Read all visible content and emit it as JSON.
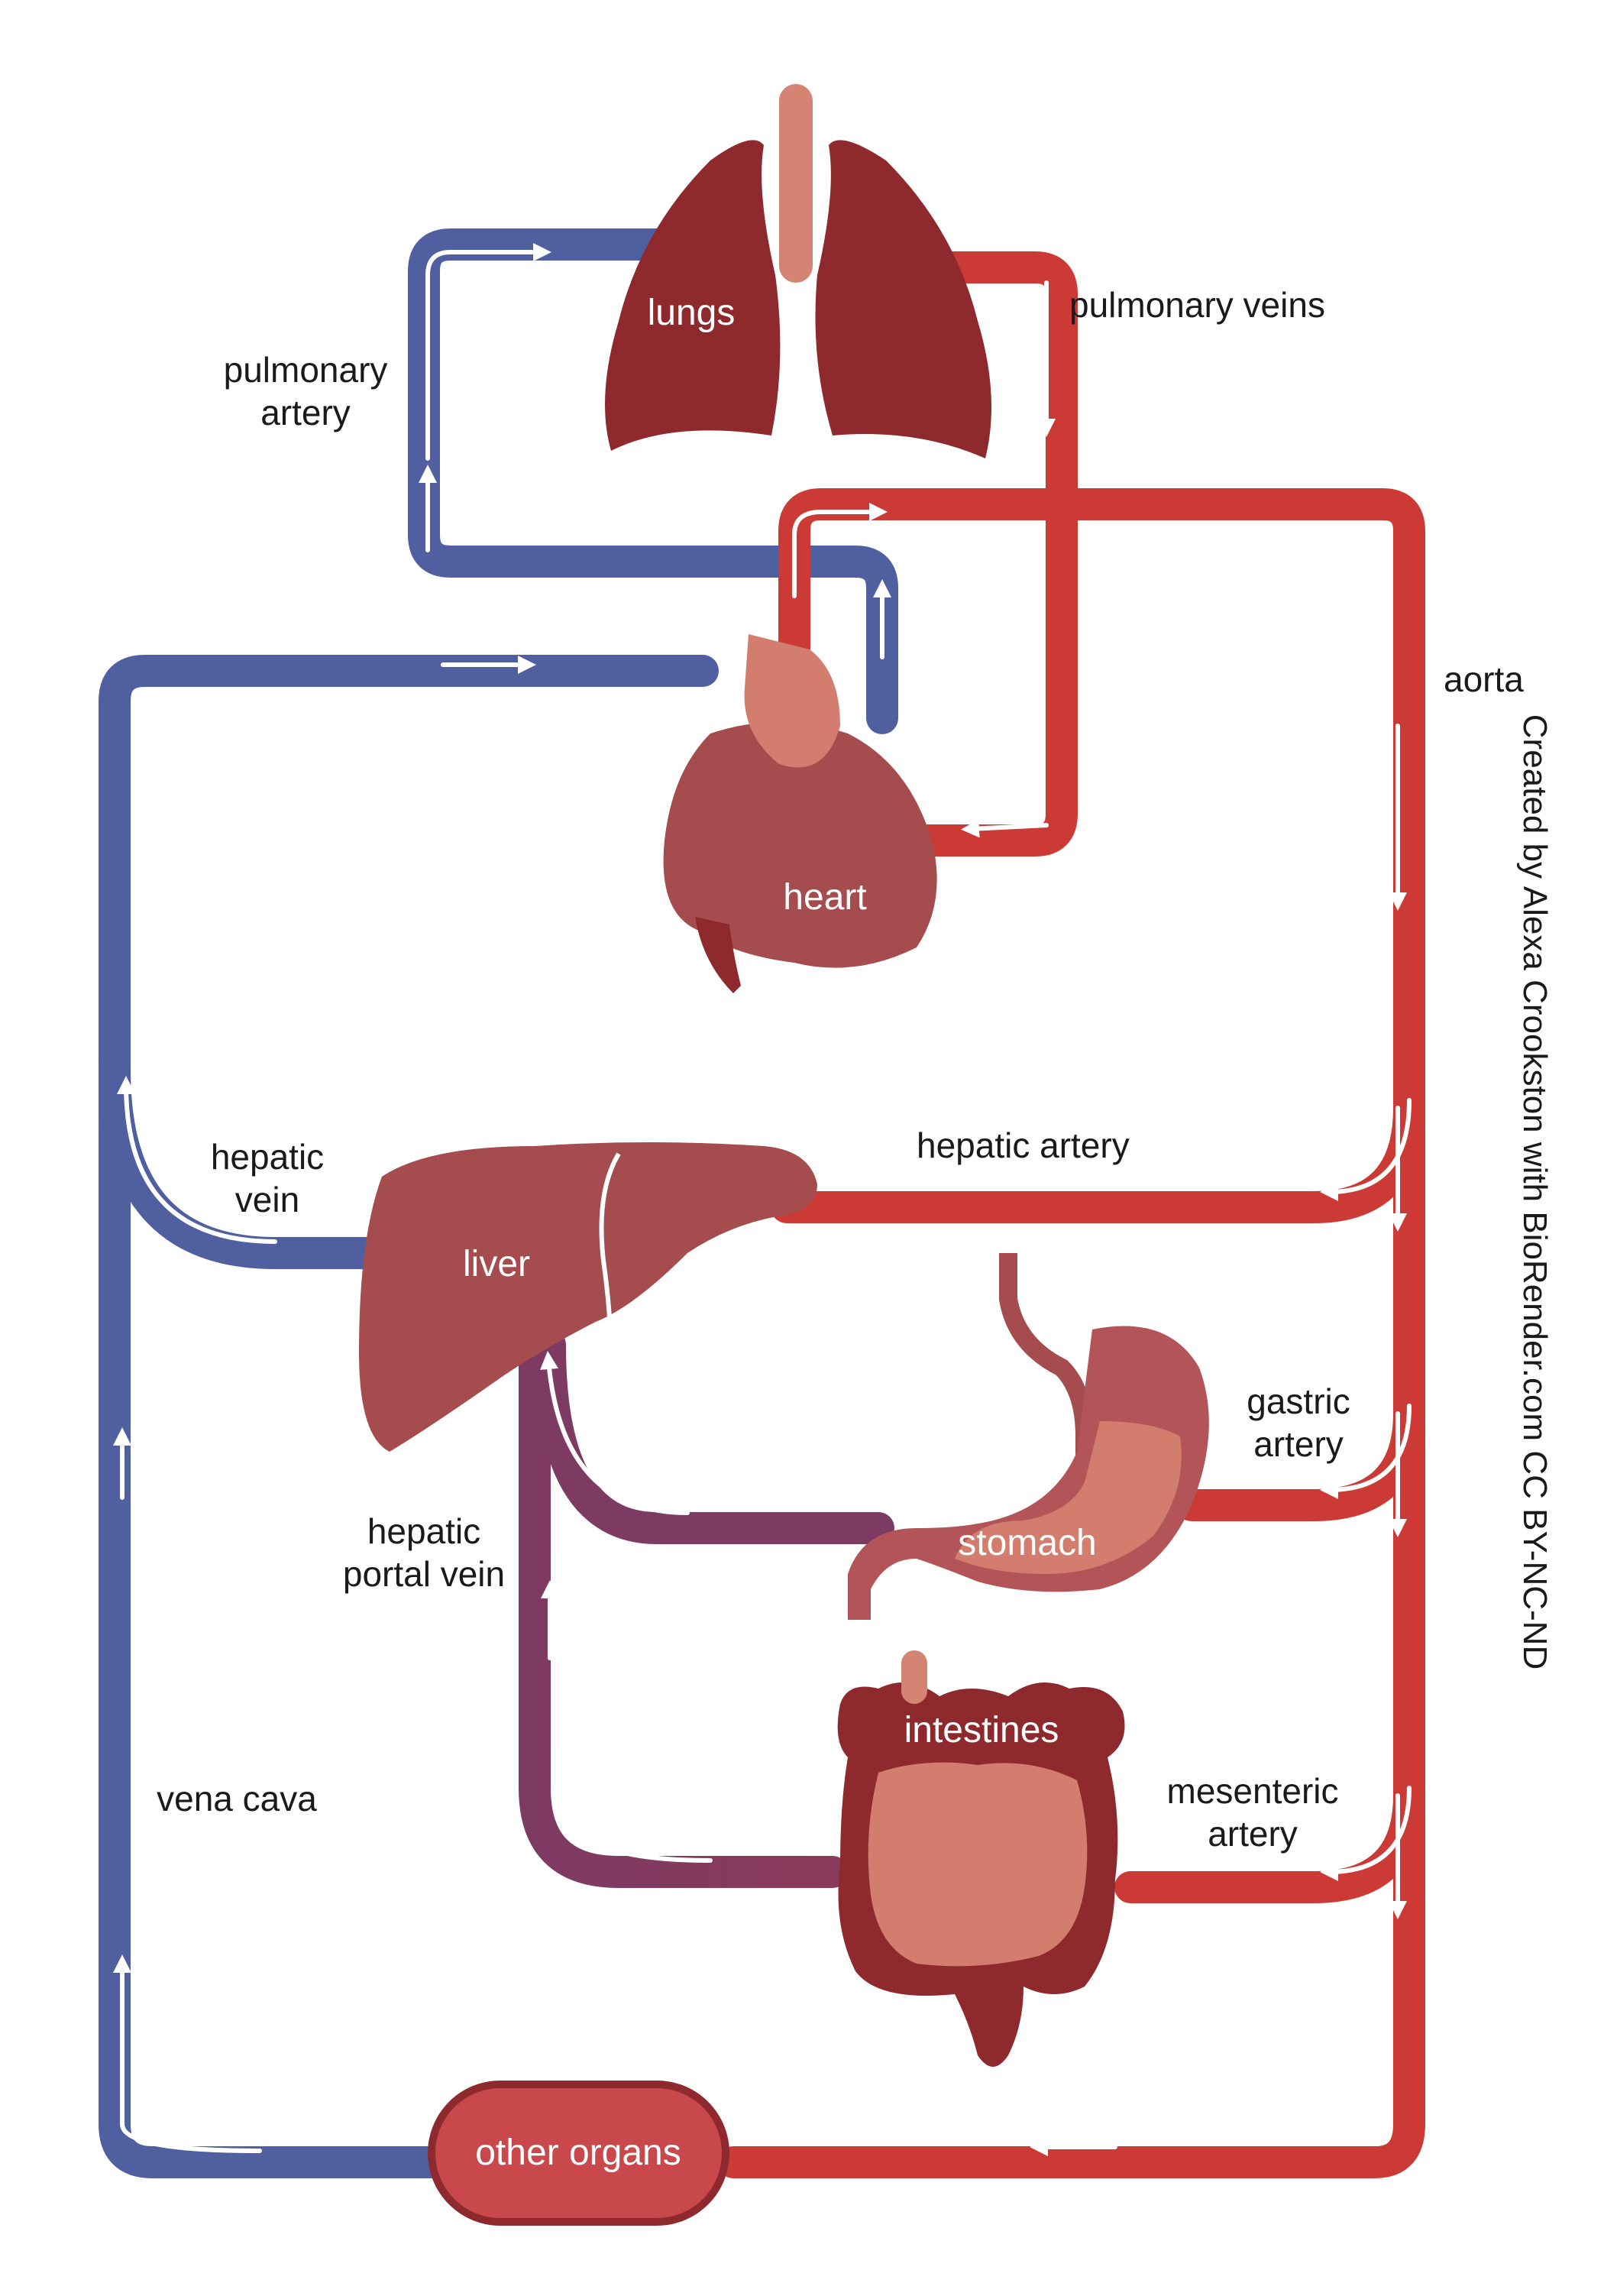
{
  "colors": {
    "vein_blue": "#4f5fa0",
    "artery_red": "#cc3a35",
    "portal_purple": "#7a3a5e",
    "organ_dark": "#8e2a2e",
    "organ_mid": "#a44c4e",
    "organ_light": "#d27d6e",
    "trachea": "#d58474"
  },
  "organs": {
    "lungs": "lungs",
    "heart": "heart",
    "liver": "liver",
    "stomach": "stomach",
    "intestines": "intestines",
    "other_organs": "other organs"
  },
  "vessels": {
    "pulmonary_artery_line1": "pulmonary",
    "pulmonary_artery_line2": "artery",
    "pulmonary_veins": "pulmonary veins",
    "aorta": "aorta",
    "hepatic_artery": "hepatic artery",
    "hepatic_vein_line1": "hepatic",
    "hepatic_vein_line2": "vein",
    "gastric_artery_line1": "gastric",
    "gastric_artery_line2": "artery",
    "hepatic_portal_vein_line1": "hepatic",
    "hepatic_portal_vein_line2": "portal vein",
    "mesenteric_artery_line1": "mesenteric",
    "mesenteric_artery_line2": "artery",
    "vena_cava": "vena cava"
  },
  "credit": "Created by Alexa Crookston with BioRender.com CC BY-NC-ND"
}
